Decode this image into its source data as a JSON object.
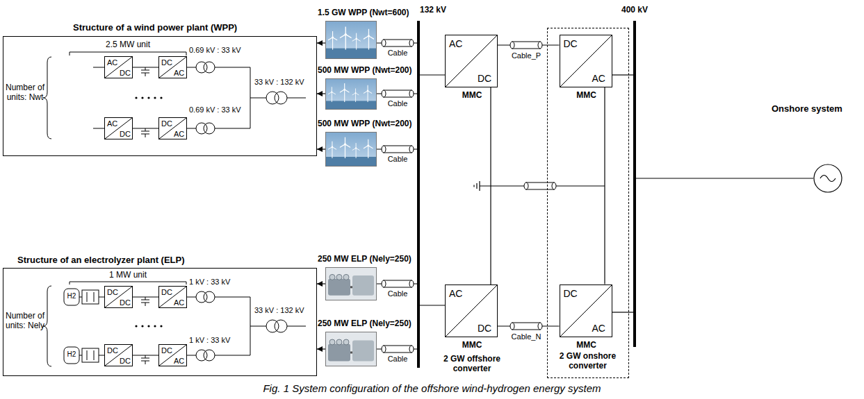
{
  "diagram": {
    "caption": "Fig. 1 System configuration of the offshore wind-hydrogen energy system",
    "nodes": [
      {
        "text": [
          "Structure of a wind power plant (WPP)"
        ]
      },
      {
        "text": [
          "AC",
          "DC"
        ],
        "in": 0
      },
      {
        "text": [
          "DC",
          "AC"
        ],
        "in": 0
      },
      {
        "text": [
          "AC",
          "DC"
        ],
        "in": 0
      },
      {
        "text": [
          "DC",
          "AC"
        ],
        "in": 0
      },
      {
        "text": [
          "1.5 GW WPP (Nwt=600)"
        ]
      },
      {
        "text": [
          "500 MW WPP (Nwt=200)"
        ]
      },
      {
        "text": [
          "500 MW WPP (Nwt=200)"
        ]
      },
      {
        "text": [
          "132 kV"
        ]
      },
      {
        "text": [
          "AC",
          "DC",
          "MMC"
        ]
      },
      {
        "text": [
          "AC",
          "DC",
          "MMC",
          "2 GW offshore converter"
        ]
      },
      {
        "text": [
          "2 GW onshore converter"
        ]
      },
      {
        "text": [
          "DC",
          "AC",
          "MMC"
        ],
        "in": 11
      },
      {
        "text": [
          "DC",
          "AC",
          "MMC"
        ],
        "in": 11
      },
      {
        "text": [
          "400 kV"
        ]
      },
      {
        "text": [
          "Onshore system"
        ]
      },
      {
        "text": [
          "Structure of an electrolyzer plant (ELP)"
        ]
      },
      {
        "text": [
          "DC",
          "DC"
        ],
        "in": 16
      },
      {
        "text": [
          "DC",
          "AC"
        ],
        "in": 16
      },
      {
        "text": [
          "DC",
          "DC"
        ],
        "in": 16
      },
      {
        "text": [
          "DC",
          "AC"
        ],
        "in": 16
      },
      {
        "text": [
          "250 MW ELP (Nely=250)"
        ]
      },
      {
        "text": [
          "250 MW ELP (Nely=250)"
        ]
      }
    ],
    "edges": [
      {
        "from": 5,
        "to": 0,
        "arrow": "to"
      },
      {
        "from": 6,
        "to": 0,
        "arrow": "to"
      },
      {
        "from": 7,
        "to": 0,
        "arrow": "to"
      },
      {
        "from": 5,
        "to": 8,
        "label": "Cable",
        "arrow": "none"
      },
      {
        "from": 6,
        "to": 8,
        "label": "Cable",
        "arrow": "none"
      },
      {
        "from": 7,
        "to": 8,
        "label": "Cable",
        "arrow": "none"
      },
      {
        "from": 8,
        "to": 9,
        "arrow": "none"
      },
      {
        "from": 9,
        "to": 12,
        "label": "Cable_P",
        "arrow": "none"
      },
      {
        "from": 12,
        "to": 14,
        "arrow": "none"
      },
      {
        "from": 9,
        "to": 10,
        "arrow": "none"
      },
      {
        "from": 12,
        "to": 13,
        "arrow": "none"
      },
      {
        "from": 10,
        "to": 13,
        "label": "Cable_N",
        "arrow": "none"
      },
      {
        "from": 8,
        "to": 10,
        "arrow": "none"
      },
      {
        "from": 13,
        "to": 14,
        "arrow": "none"
      },
      {
        "from": 14,
        "to": 15,
        "arrow": "none"
      },
      {
        "from": 21,
        "to": 16,
        "arrow": "to"
      },
      {
        "from": 22,
        "to": 16,
        "arrow": "to"
      },
      {
        "from": 21,
        "to": 8,
        "label": "Cable",
        "arrow": "none"
      },
      {
        "from": 22,
        "to": 8,
        "label": "Cable",
        "arrow": "none"
      },
      {
        "from": 1,
        "to": 2,
        "arrow": "none"
      },
      {
        "from": 3,
        "to": 4,
        "arrow": "none"
      },
      {
        "from": 17,
        "to": 18,
        "arrow": "none"
      },
      {
        "from": 19,
        "to": 20,
        "arrow": "none"
      }
    ],
    "labels": [
      "2.5 MW unit",
      "Number of units: Nwt",
      "0.69 kV : 33 kV",
      "0.69 kV : 33 kV",
      "33 kV : 132 kV",
      "1 MW unit",
      "Number of units: Nely",
      "H2",
      "H2",
      "1 kV : 33 kV",
      "1 kV : 33 kV",
      "33 kV : 132 kV"
    ]
  }
}
